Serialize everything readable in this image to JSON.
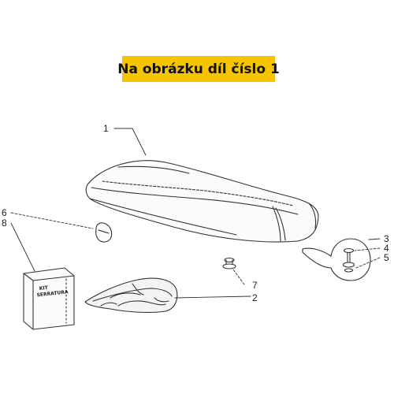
{
  "banner": {
    "text": "Na obrázku díl číslo 1",
    "color": "#f6c400"
  },
  "callouts": [
    "1",
    "2",
    "3",
    "4",
    "5",
    "6",
    "7",
    "8"
  ],
  "kit_box": {
    "line1": "KIT",
    "line2": "SERRATURA"
  }
}
